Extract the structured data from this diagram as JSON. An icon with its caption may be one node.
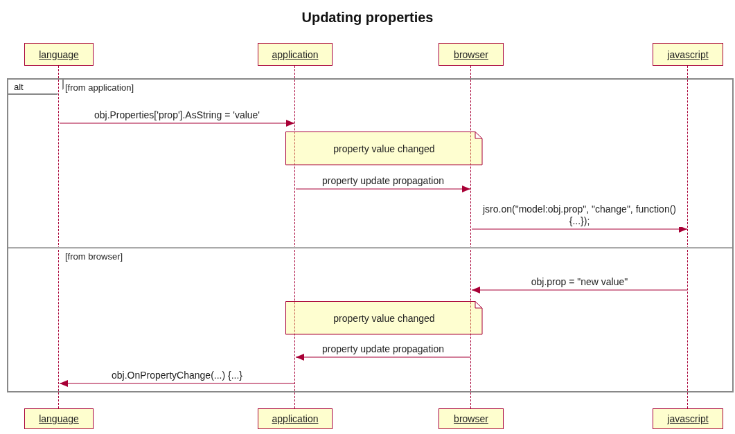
{
  "diagram": {
    "title": "Updating properties",
    "nodes": [
      {
        "text": [
          "language"
        ]
      },
      {
        "text": [
          "application"
        ]
      },
      {
        "text": [
          "browser"
        ]
      },
      {
        "text": [
          "javascript"
        ]
      },
      {
        "text": [
          "alt",
          "[from application]",
          "[from browser]"
        ]
      },
      {
        "text": [
          "property value changed"
        ],
        "in": 4
      },
      {
        "text": [
          "property value changed"
        ],
        "in": 4
      },
      {
        "text": [
          "language"
        ]
      },
      {
        "text": [
          "application"
        ]
      },
      {
        "text": [
          "browser"
        ]
      },
      {
        "text": [
          "javascript"
        ]
      },
      {
        "text": [],
        "shape": "line"
      },
      {
        "text": [],
        "shape": "line"
      },
      {
        "text": [],
        "shape": "line"
      },
      {
        "text": [],
        "shape": "line"
      }
    ],
    "edges": [
      {
        "from": 11,
        "to": 12,
        "arrow": "to",
        "label": "obj.Properties['prop'].AsString = 'value'"
      },
      {
        "from": 12,
        "to": 13,
        "arrow": "to",
        "label": "property update propagation"
      },
      {
        "from": 13,
        "to": 14,
        "arrow": "to",
        "label": "jsro.on(\"model:obj.prop\", \"change\", function() {...});"
      },
      {
        "from": 14,
        "to": 13,
        "arrow": "to",
        "label": "obj.prop = \"new value\""
      },
      {
        "from": 13,
        "to": 12,
        "arrow": "to",
        "label": "property update propagation"
      },
      {
        "from": 12,
        "to": 11,
        "arrow": "to",
        "label": "obj.OnPropertyChange(...) {...}"
      }
    ]
  }
}
